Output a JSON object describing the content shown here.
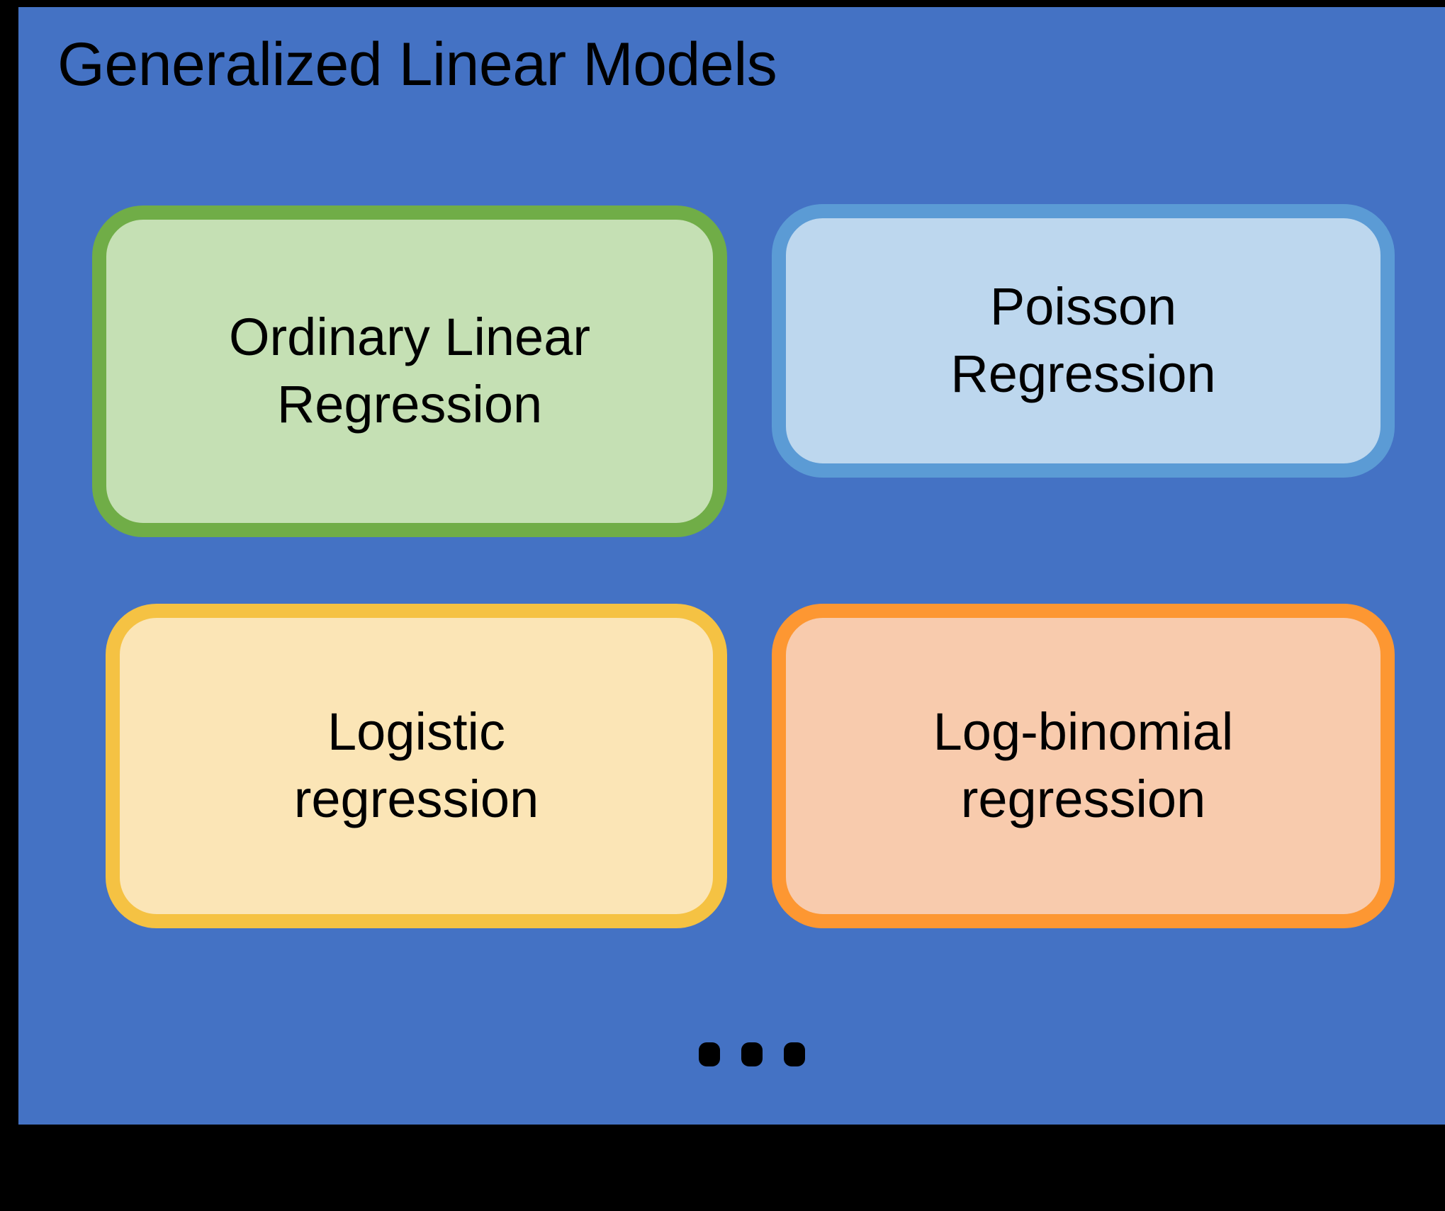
{
  "panel": {
    "title": "Generalized Linear Models",
    "background_color": "#4472C4",
    "page_background_color": "#000000"
  },
  "cards": [
    {
      "id": "ordinary-linear-regression",
      "label": "Ordinary Linear Regression",
      "line1": "Ordinary Linear",
      "line2": "Regression",
      "border_color": "#70AD47",
      "fill_color": "#C5E0B4",
      "position": "top-left"
    },
    {
      "id": "poisson-regression",
      "label": "Poisson Regression",
      "line1": "Poisson",
      "line2": "Regression",
      "border_color": "#5B9BD5",
      "fill_color": "#BDD7EE",
      "position": "top-right"
    },
    {
      "id": "logistic-regression",
      "label": "Logistic regression",
      "line1": "Logistic",
      "line2": "regression",
      "border_color": "#F5C243",
      "fill_color": "#FBE5B6",
      "position": "bottom-left"
    },
    {
      "id": "log-binomial-regression",
      "label": "Log-binomial regression",
      "line1": "Log-binomial",
      "line2": "regression",
      "border_color": "#FD9732",
      "fill_color": "#F8CBAD",
      "position": "bottom-right"
    }
  ],
  "ellipsis": {
    "symbol": "…",
    "dot_count": 3,
    "color": "#000000"
  }
}
